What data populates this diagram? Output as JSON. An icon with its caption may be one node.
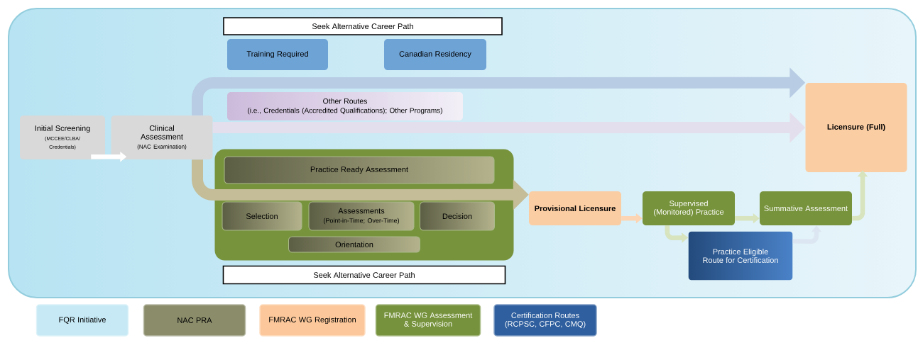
{
  "diagram": {
    "nodes": [
      {
        "text": [
          "Seek Alternative Career Path"
        ]
      },
      {
        "text": [
          "Training Required"
        ]
      },
      {
        "text": [
          "Canadian Residency"
        ]
      },
      {
        "text": [
          "Initial Screening",
          "(MCCEE/CLBA/ Credentials)"
        ]
      },
      {
        "text": [
          "Clinical Assessment",
          "(NAC Examination)"
        ]
      },
      {
        "text": [
          "Other Routes",
          "(i.e., Credentials (Accredited Qualifications); Other Programs)"
        ]
      },
      {
        "text": [
          "Licensure (Full)"
        ]
      },
      {
        "text": [],
        "shape": "box"
      },
      {
        "text": [
          "Practice Ready Assessment"
        ],
        "in": 7
      },
      {
        "text": [
          "Selection"
        ],
        "in": 7
      },
      {
        "text": [
          "Assessments",
          "(Point-in-Time; Over-Time)"
        ],
        "in": 7
      },
      {
        "text": [
          "Decision"
        ],
        "in": 7
      },
      {
        "text": [
          "Orientation"
        ],
        "in": 7
      },
      {
        "text": [
          "Provisional Licensure"
        ]
      },
      {
        "text": [
          "Supervised (Monitored) Practice"
        ]
      },
      {
        "text": [
          "Summative Assessment"
        ]
      },
      {
        "text": [
          "Practice Eligible Route for Certification"
        ]
      },
      {
        "text": [
          "Seek Alternative Career Path"
        ]
      }
    ],
    "edges": [
      {
        "from": 3,
        "to": 4,
        "arrow": "to",
        "color": "#ffffff"
      },
      {
        "from": 4,
        "to": 6,
        "arrow": "to",
        "style": "thick",
        "color": "#b8cce4"
      },
      {
        "from": 4,
        "to": 6,
        "arrow": "to",
        "style": "thick",
        "color": "#e4dfec"
      },
      {
        "from": 4,
        "to": 13,
        "arrow": "to",
        "style": "thick",
        "color": "#c4bd97"
      },
      {
        "from": 13,
        "to": 14,
        "arrow": "to",
        "color": "#fcd5b4"
      },
      {
        "from": 14,
        "to": 15,
        "arrow": "to",
        "color": "#d7e4bd"
      },
      {
        "from": 14,
        "to": 16,
        "arrow": "to",
        "color": "#d7e4bd"
      },
      {
        "from": 16,
        "to": 15,
        "arrow": "to",
        "color": "#dce6f2"
      },
      {
        "from": 15,
        "to": 6,
        "arrow": "to",
        "color": "#d7e4bd"
      }
    ],
    "legend": [
      {
        "text": "FQR Initiative",
        "color": "#c6e9f5"
      },
      {
        "text": "NAC PRA",
        "color": "#8a8c6a"
      },
      {
        "text": "FMRAC WG Registration",
        "color": "#fcc89b"
      },
      {
        "text": "FMRAC WG Assessment & Supervision",
        "color": "#76923c"
      },
      {
        "text": "Certification Routes (RCPSC, CFPC, CMQ)",
        "color": "#2f5f9e"
      }
    ]
  }
}
